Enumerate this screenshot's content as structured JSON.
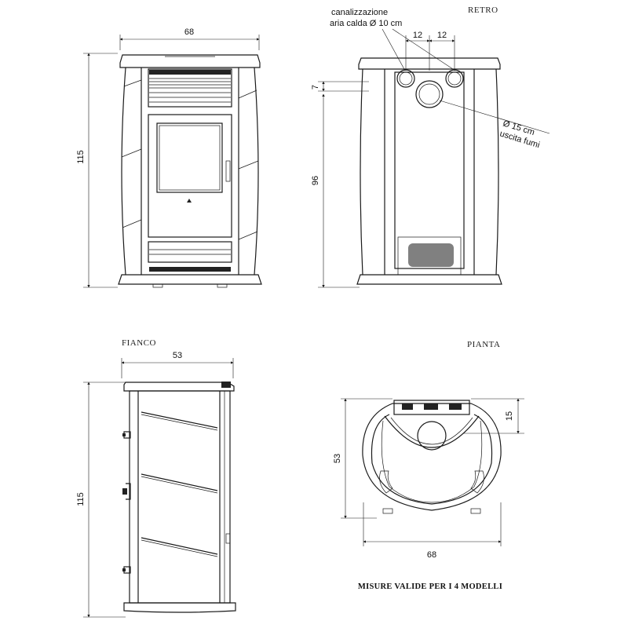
{
  "front": {
    "width_label": "68",
    "height_label": "115"
  },
  "rear": {
    "title": "RETRO",
    "duct_label_line1": "canalizzazione",
    "duct_label_line2": "aria calda Ø 10 cm",
    "spacing_left": "12",
    "spacing_right": "12",
    "top_offset": "7",
    "height_label": "96",
    "flue_label_line1": "Ø 15 cm",
    "flue_label_line2": "uscita fumi"
  },
  "side": {
    "title": "FIANCO",
    "width_label": "53",
    "height_label": "115"
  },
  "plan": {
    "title": "PIANTA",
    "depth_label": "53",
    "offset_label": "15",
    "width_label": "68"
  },
  "footer": {
    "note": "MISURE VALIDE PER I 4 MODELLI"
  }
}
